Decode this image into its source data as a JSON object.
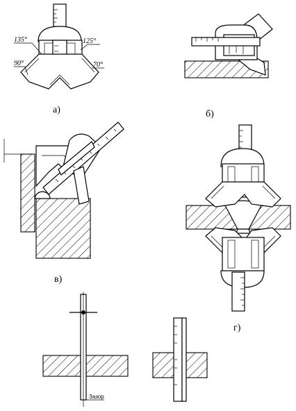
{
  "figure": {
    "captions": {
      "a": "а)",
      "b": "б)",
      "v": "в)",
      "g": "г)"
    },
    "angles": {
      "a135": "135°",
      "a125": "125°",
      "a90": "90°",
      "a70": "70°"
    },
    "gap_label": "Зазор"
  }
}
